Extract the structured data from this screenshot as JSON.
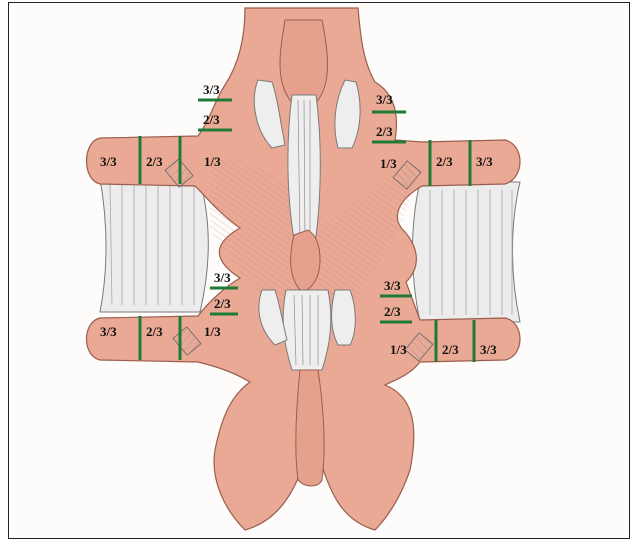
{
  "colors": {
    "bone": "#e9a995",
    "bone_stroke": "#9a5e4e",
    "bone_dark": "#d98c78",
    "ligament": "#ebebeb",
    "ligament_stroke": "#7a7a7a",
    "divider": "#1f7a35",
    "background": "#fdfcfb"
  },
  "labels": {
    "upper_left": {
      "transverse": [
        "3/3",
        "2/3",
        "1/3"
      ],
      "articular": [
        "3/3",
        "2/3"
      ]
    },
    "upper_right": {
      "transverse": [
        "1/3",
        "2/3",
        "3/3"
      ],
      "articular": [
        "3/3",
        "2/3"
      ]
    },
    "lower_left": {
      "transverse": [
        "3/3",
        "2/3",
        "1/3"
      ],
      "articular": [
        "3/3",
        "2/3"
      ]
    },
    "lower_right": {
      "transverse": [
        "1/3",
        "2/3",
        "3/3"
      ],
      "articular": [
        "3/3",
        "2/3"
      ]
    }
  }
}
